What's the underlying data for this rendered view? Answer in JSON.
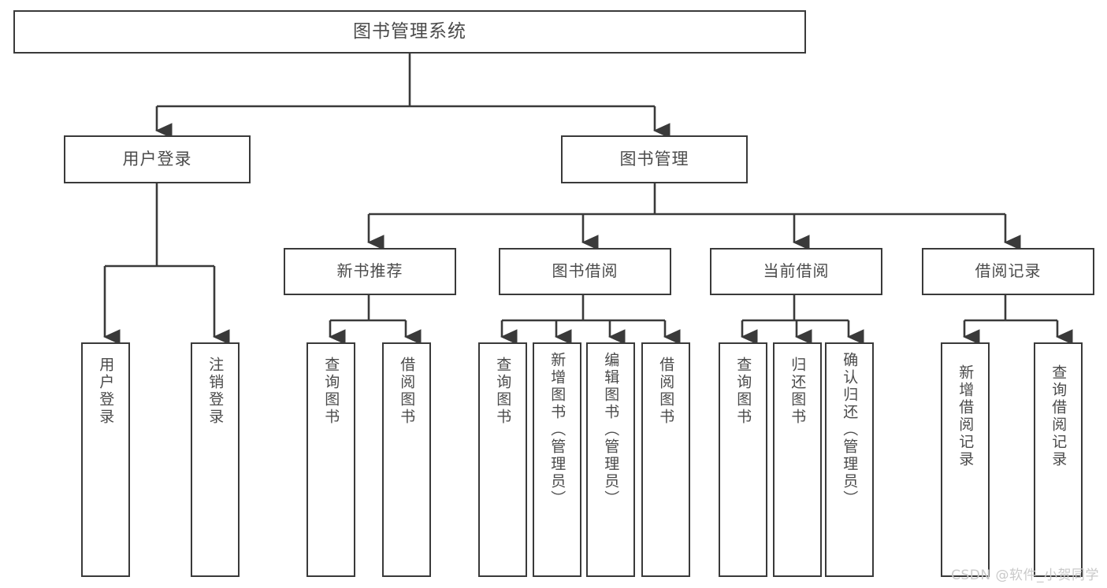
{
  "diagram": {
    "title": "图书管理系统",
    "type": "tree",
    "watermark": "CSDN @软件_小贺同学",
    "colors": {
      "border": "#3a3a3a",
      "text": "#4b4b4b",
      "background": "#ffffff",
      "watermark": "#c9c9c9",
      "edge": "#3a3a3a"
    }
  },
  "nodes": {
    "root": {
      "label": "图书管理系统"
    },
    "level1": [
      {
        "id": "user-login",
        "label": "用户登录"
      },
      {
        "id": "book-manage",
        "label": "图书管理"
      }
    ],
    "level2": [
      {
        "id": "new-book-rec",
        "label": "新书推荐"
      },
      {
        "id": "book-borrow",
        "label": "图书借阅"
      },
      {
        "id": "current-borrow",
        "label": "当前借阅"
      },
      {
        "id": "borrow-record",
        "label": "借阅记录"
      }
    ],
    "leaves": {
      "user-login": [
        {
          "id": "leaf-user-login",
          "label": "用户登录"
        },
        {
          "id": "leaf-logout",
          "label": "注销登录"
        }
      ],
      "new-book-rec": [
        {
          "id": "leaf-query-book-1",
          "label": "查询图书"
        },
        {
          "id": "leaf-borrow-book-1",
          "label": "借阅图书"
        }
      ],
      "book-borrow": [
        {
          "id": "leaf-query-book-2",
          "label": "查询图书"
        },
        {
          "id": "leaf-add-book",
          "label": "新增图书（管理员）"
        },
        {
          "id": "leaf-edit-book",
          "label": "编辑图书（管理员）"
        },
        {
          "id": "leaf-borrow-book-2",
          "label": "借阅图书"
        }
      ],
      "current-borrow": [
        {
          "id": "leaf-query-book-3",
          "label": "查询图书"
        },
        {
          "id": "leaf-return-book",
          "label": "归还图书"
        },
        {
          "id": "leaf-confirm-return",
          "label": "确认归还（管理员）"
        }
      ],
      "borrow-record": [
        {
          "id": "leaf-add-record",
          "label": "新增借阅记录"
        },
        {
          "id": "leaf-query-record",
          "label": "查询借阅记录"
        }
      ]
    }
  }
}
